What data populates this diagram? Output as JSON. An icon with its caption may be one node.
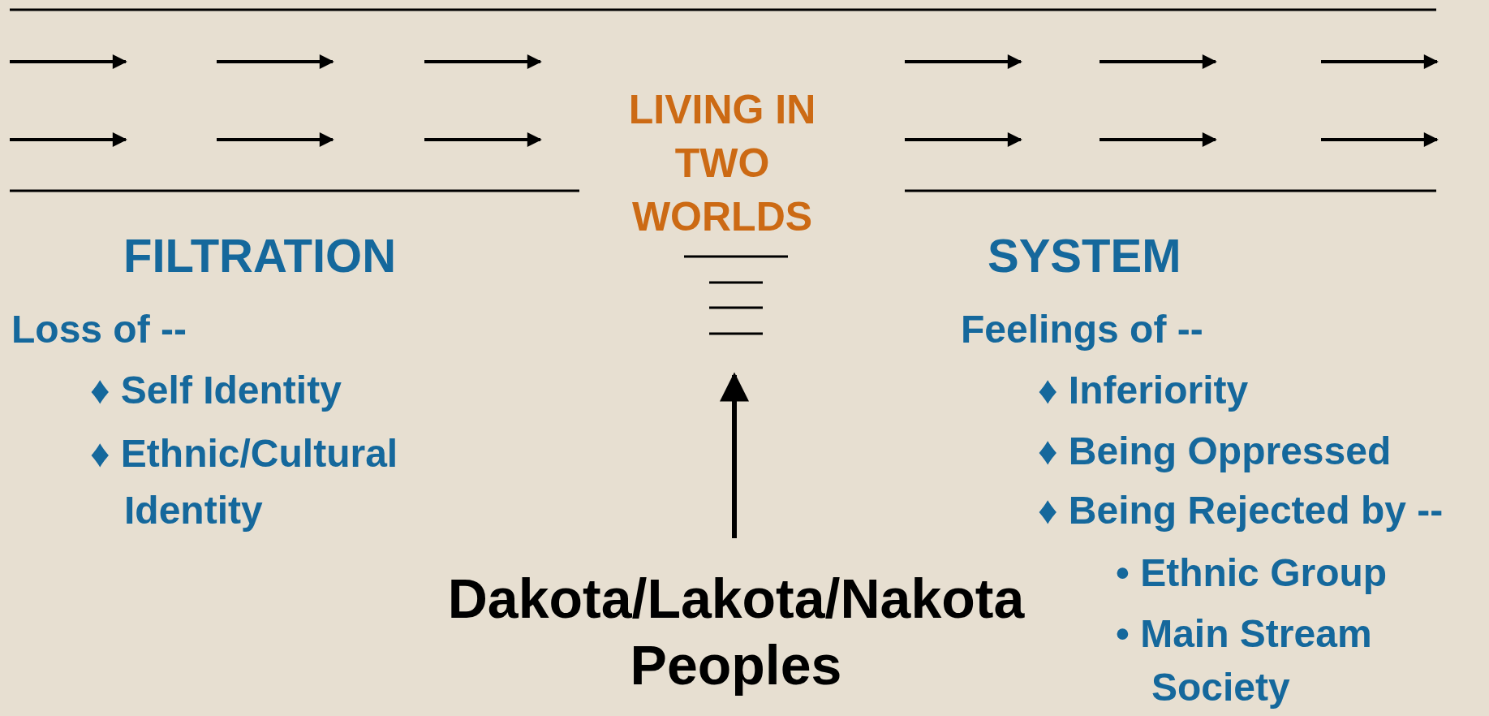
{
  "diagram": {
    "title": "LIVING IN TWO WORLDS",
    "nodes": [
      {
        "text": [
          "Dakota/Lakota/Nakota Peoples"
        ]
      },
      {
        "text": [],
        "shape": "bar"
      }
    ],
    "edges": [
      {
        "from": 0,
        "to": 1,
        "arrow": "to"
      }
    ],
    "labels": [
      "FILTRATION",
      "Loss of --",
      "♦ Self Identity",
      "♦ Ethnic/Cultural Identity",
      "SYSTEM",
      "Feelings of --",
      "♦ Inferiority",
      "♦ Being Oppressed",
      "♦ Being Rejected by --",
      "• Ethnic Group",
      "• Main Stream Society"
    ]
  }
}
